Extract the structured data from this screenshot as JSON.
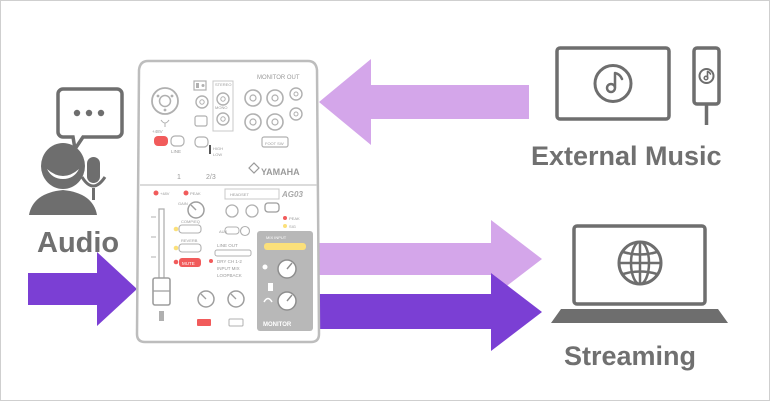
{
  "labels": {
    "audio": "Audio",
    "external_music": "External Music",
    "streaming": "Streaming"
  },
  "device": {
    "brand": "YAMAHA",
    "model": "AG03",
    "monitor_out": "MONITOR OUT",
    "monitor": "MONITOR",
    "channel_1": "1",
    "channel_23": "2/3",
    "audio_modes": [
      "LINE OUT",
      "DRY CH 1-2",
      "INPUT MIX",
      "LOOPBACK"
    ]
  },
  "colors": {
    "light_arrow": "#d4a6ea",
    "dark_arrow": "#7b3fd4",
    "icon_gray": "#6e6e6e",
    "device_outline": "#bdbdbd",
    "mute_red": "#f15b5b"
  }
}
